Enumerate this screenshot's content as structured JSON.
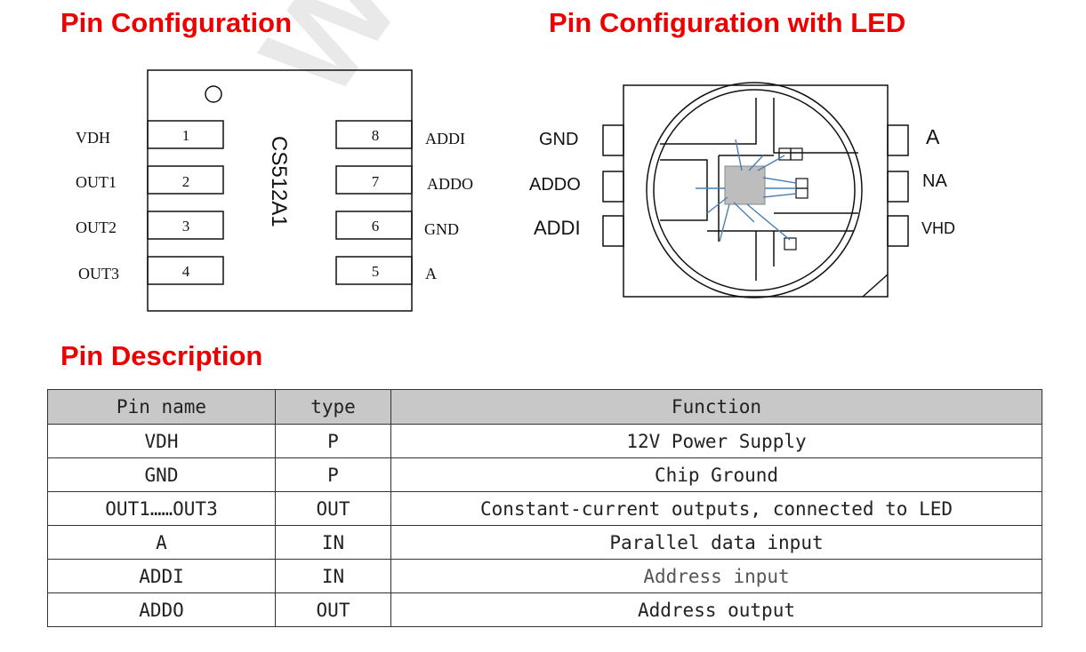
{
  "headings": {
    "pin_config": "Pin Configuration",
    "pin_config_led": "Pin Configuration with LED",
    "pin_description": "Pin Description"
  },
  "watermark": "WITO",
  "chip": {
    "name": "CS512A1",
    "left_pins": [
      {
        "num": "1",
        "label": "VDH"
      },
      {
        "num": "2",
        "label": "OUT1"
      },
      {
        "num": "3",
        "label": "OUT2"
      },
      {
        "num": "4",
        "label": "OUT3"
      }
    ],
    "right_pins": [
      {
        "num": "8",
        "label": "ADDI"
      },
      {
        "num": "7",
        "label": "ADDO"
      },
      {
        "num": "6",
        "label": "GND"
      },
      {
        "num": "5",
        "label": "A"
      }
    ]
  },
  "led": {
    "left_labels": [
      "GND",
      "ADDO",
      "ADDI"
    ],
    "right_labels": [
      "A",
      "NA",
      "VHD"
    ]
  },
  "table": {
    "headers": [
      "Pin name",
      "type",
      "Function"
    ],
    "rows": [
      [
        "VDH",
        "P",
        "12V Power Supply"
      ],
      [
        "GND",
        "P",
        "Chip Ground"
      ],
      [
        "OUT1……OUT3",
        "OUT",
        "Constant-current outputs, connected to LED"
      ],
      [
        "A",
        "IN",
        "Parallel data input"
      ],
      [
        "ADDI",
        "IN",
        "Address input"
      ],
      [
        "ADDO",
        "OUT",
        "Address output"
      ]
    ]
  },
  "colors": {
    "heading": "#ee0000",
    "header_fill": "#c8c8c8",
    "wire": "#4a7fb5"
  }
}
